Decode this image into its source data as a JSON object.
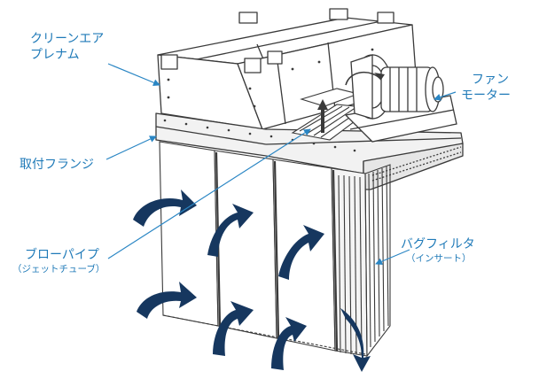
{
  "labels": {
    "plenum_line1": "クリーンエア",
    "plenum_line2": "プレナム",
    "fan_line1": "ファン",
    "fan_line2": "モーター",
    "flange": "取付フランジ",
    "blowpipe_main": "ブローパイプ",
    "blowpipe_sub": "（ジェットチューブ）",
    "bag_main": "バグフィルタ",
    "bag_sub": "（インサート）"
  },
  "colors": {
    "label_blue": "#1f7ab8",
    "leader_blue": "#2a86c4",
    "arrow_navy": "#16375f",
    "line_art": "#3a3a3a"
  }
}
